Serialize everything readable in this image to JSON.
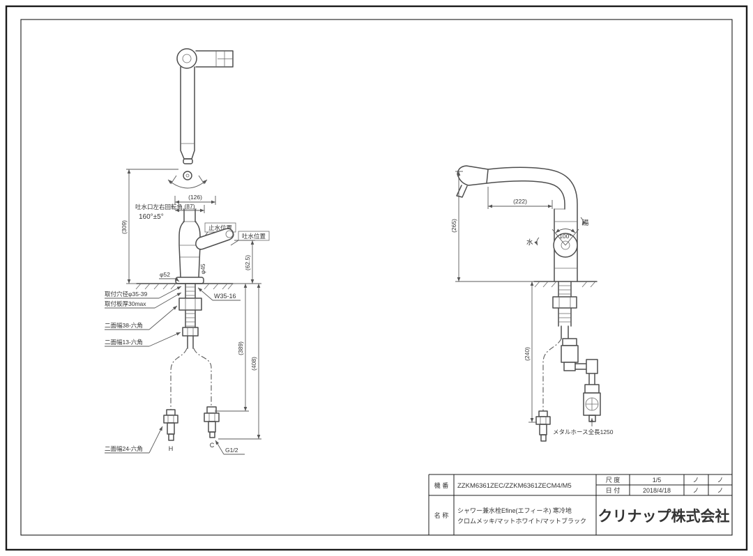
{
  "front_view": {
    "rotation_caption": "吐水口左右回転角",
    "rotation_angle": "160°±5°",
    "dim_126": "(126)",
    "dim_87": "(87)",
    "dim_309": "(309)",
    "stop_position": "止水位置",
    "spout_position": "吐水位置",
    "dia_52": "φ52",
    "dia_45": "φ45",
    "dim_62_5": "(62.5)",
    "mount_hole": "取付穴径φ35-39",
    "mount_thickness": "取付板厚30max",
    "thread_spec": "W35-16",
    "hex_38": "二面幅38-六角",
    "hex_13": "二面幅13-六角",
    "dim_389": "(389)",
    "dim_408": "(408)",
    "hex_24": "二面幅24-六角",
    "hot_port": "H",
    "cold_port": "C",
    "g_thread": "G1/2"
  },
  "side_view": {
    "dim_222": "(222)",
    "dim_265": "(265)",
    "angle_100": "100°",
    "hot_label": "湯",
    "cold_label": "水",
    "dim_240": "(240)",
    "hose_note": "メタルホース全長1250"
  },
  "title_block": {
    "model_label": "機 番",
    "model_value": "ZZKM6361ZEC/ZZKM6361ZECM4/M5",
    "scale_label": "尺 度",
    "scale_value": "1/5",
    "date_label": "日 付",
    "date_value": "2018/4/18",
    "name_label": "名 称",
    "product_line1": "シャワー兼水栓Efine(エフィーネ) 寒冷地",
    "product_line2": "クロムメッキ/マットホワイト/マットブラック",
    "company": "クリナップ株式会社",
    "check_mark": "ノ"
  }
}
